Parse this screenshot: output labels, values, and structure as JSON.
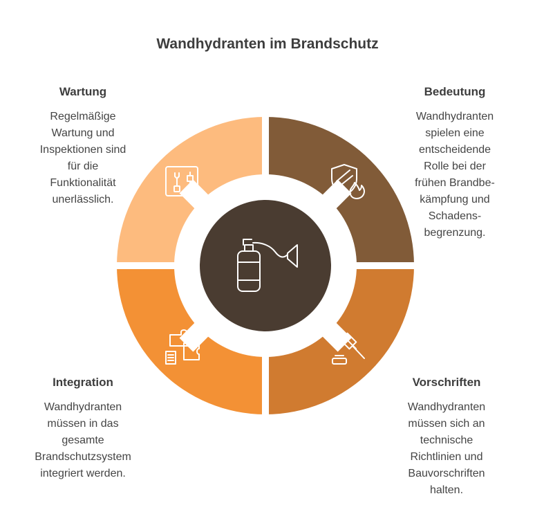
{
  "title": "Wandhydranten im Brandschutz",
  "colors": {
    "wartung": "#FDBB7E",
    "bedeutung": "#815B38",
    "integration": "#F39135",
    "vorschriften": "#D07B30",
    "center": "#4A3C31",
    "icon_stroke": "#ffffff"
  },
  "center_icon": "fire-extinguisher-icon",
  "segments": [
    {
      "key": "wartung",
      "heading": "Wartung",
      "body": "Regelmäßige\nWartung und\nInspektionen sind\nfür die\nFunktionalität\nunerlässlich.",
      "icon": "tools-icon"
    },
    {
      "key": "bedeutung",
      "heading": "Bedeutung",
      "body": "Wandhydranten\nspielen eine\nentscheidende\nRolle bei der\nfrühen Brandbe-\nkämpfung und\nSchadens-\nbegrenzung.",
      "icon": "fire-shield-icon"
    },
    {
      "key": "integration",
      "heading": "Integration",
      "body": "Wandhydranten\nmüssen in das\ngesamte\nBrandschutzsystem\nintegriert werden.",
      "icon": "puzzle-icon"
    },
    {
      "key": "vorschriften",
      "heading": "Vorschriften",
      "body": "Wandhydranten\nmüssen sich an\ntechnische\nRichtlinien und\nBauvorschriften\nhalten.",
      "icon": "gavel-icon"
    }
  ]
}
